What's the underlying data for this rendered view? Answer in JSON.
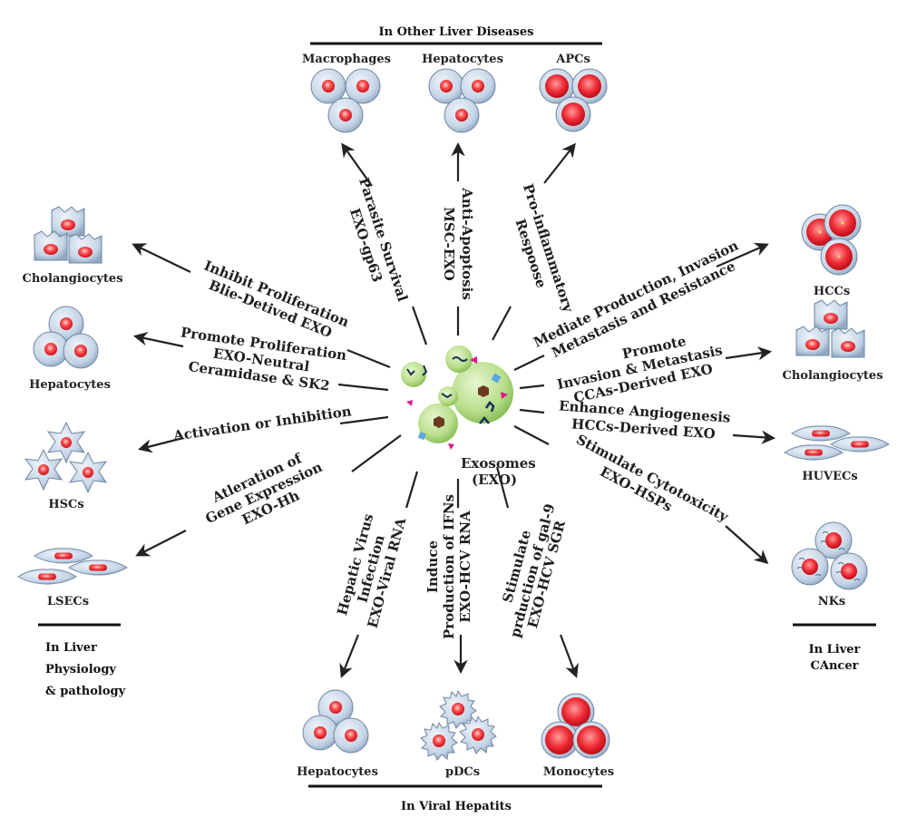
{
  "center": {
    "label_line1": "Exosomes",
    "label_line2": "(EXO)"
  },
  "sections": {
    "top": "In Other Liver Diseases",
    "left_line1": "In Liver",
    "left_line2": "Physiology",
    "left_line3": "& pathology",
    "right_line1": "In Liver",
    "right_line2": "CAncer",
    "bottom": "In Viral Hepatits"
  },
  "cells": {
    "macrophages": "Macrophages",
    "hepatocytes_top": "Hepatocytes",
    "apcs": "APCs",
    "cholangiocytes_left": "Cholangiocytes",
    "hepatocytes_left": "Hepatocytes",
    "hscs": "HSCs",
    "lsecs": "LSECs",
    "hccs": "HCCs",
    "cholangiocytes_right": "Cholangiocytes",
    "huvecs": "HUVECs",
    "nks": "NKs",
    "hepatocytes_bottom": "Hepatocytes",
    "pdcs": "pDCs",
    "monocytes": "Monocytes"
  },
  "pathways": {
    "macrophages_1": "Parasite Survival",
    "macrophages_2": "EXO-gp63",
    "hep_top_1": "Anti-Apoptosis",
    "hep_top_2": "MSC-EXO",
    "apcs_1": "Pro-inflammatory",
    "apcs_2": "Respoose",
    "chol_left_1": "Inhibit Proliferation",
    "chol_left_2": "Blie-Detived EXO",
    "hep_left_1": "Promote Proliferation",
    "hep_left_2": "EXO-Neutral",
    "hep_left_3": "Ceramidase & SK2",
    "hscs_1": "Activation or Inhibition",
    "lsecs_1": "Atleration of",
    "lsecs_2": "Gene Expression",
    "lsecs_3": "EXO-Hh",
    "hccs_1": "Mediate Production, Invasion",
    "hccs_2": "Metastasis and Resistance",
    "chol_right_1": "Promote",
    "chol_right_2": "Invasion & Metastasis",
    "chol_right_3": "CCAs-Derived EXO",
    "huvecs_1": "Enhance Angiogenesis",
    "huvecs_2": "HCCs-Derived EXO",
    "nks_1": "Stimulate Cytotoxicity",
    "nks_2": "EXO-HSPs",
    "hep_bottom_1": "Hepatic Virus",
    "hep_bottom_2": "Infection",
    "hep_bottom_3": "EXO-Viral RNA",
    "pdcs_1": "Induce",
    "pdcs_2": "Production of IFNs",
    "pdcs_3": "EXO-HCV RNA",
    "mono_1": "Stimulate",
    "mono_2": "prduction of gal-9",
    "mono_3": "EXO-HCV SGR"
  },
  "colors": {
    "cell_fill": "#c5d5e6",
    "nucleus": "#e8222e",
    "exosome": "#b8de8a",
    "text": "#222222"
  }
}
